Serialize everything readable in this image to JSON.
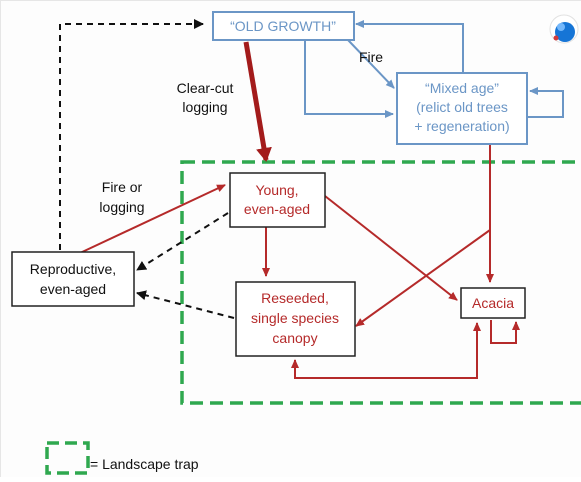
{
  "nodes": {
    "old_growth": "“OLD GROWTH”",
    "mixed_age": [
      "“Mixed age”",
      "(relict old trees",
      "+ regeneration)"
    ],
    "young": [
      "Young,",
      "even-aged"
    ],
    "reproductive": [
      "Reproductive,",
      "even-aged"
    ],
    "reseeded": [
      "Reseeded,",
      "single species",
      "canopy"
    ],
    "acacia": "Acacia"
  },
  "labels": {
    "fire": "Fire",
    "clear_cut": [
      "Clear-cut",
      "logging"
    ],
    "fire_or_logging": [
      "Fire or",
      "logging"
    ]
  },
  "legend": {
    "text": "= Landscape trap"
  },
  "colors": {
    "blue": "#6b96c6",
    "red": "#b52a2a",
    "dark_red": "#a31b1b",
    "green": "#2fa84f",
    "black": "#111111"
  }
}
